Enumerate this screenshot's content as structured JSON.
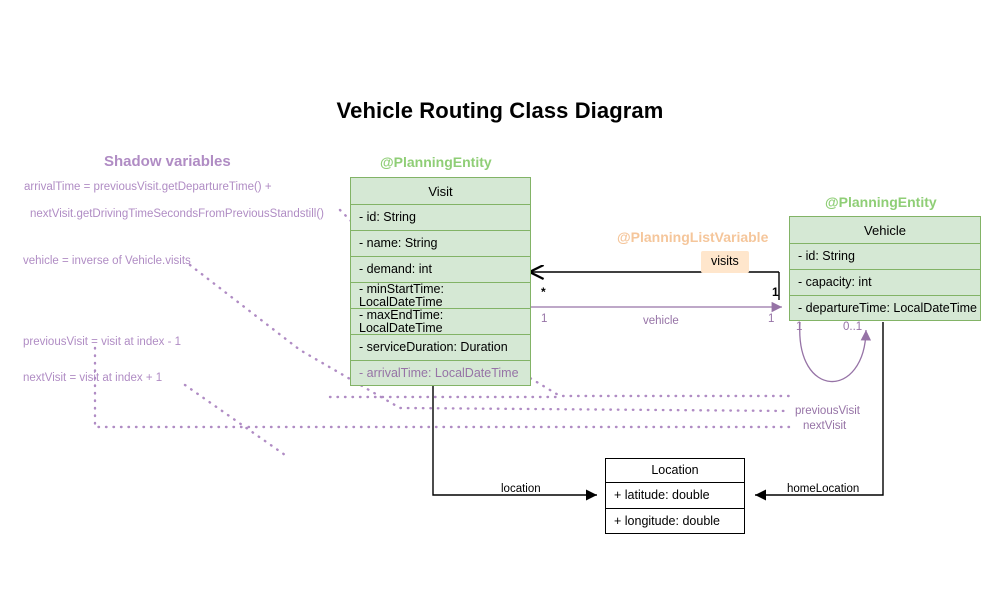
{
  "diagram": {
    "title": "Vehicle Routing Class Diagram",
    "colors": {
      "entity_fill": "#d5e8d4",
      "entity_stroke": "#82b366",
      "stereotype_green": "#8fce76",
      "stereotype_peach": "#f5c69b",
      "shadow_purple": "#9673a6",
      "legend_purple": "#b08cc4",
      "chip_fill": "#ffe6cc",
      "plain_stroke": "#000000"
    }
  },
  "classes": {
    "visit": {
      "stereotype": "@PlanningEntity",
      "name": "Visit",
      "attributes": [
        "- id: String",
        "- name: String",
        "- demand: int",
        "- minStartTime: LocalDateTime",
        "- maxEndTime: LocalDateTime",
        "- serviceDuration: Duration"
      ],
      "shadow_attributes": [
        "- arrivalTime: LocalDateTime"
      ]
    },
    "vehicle": {
      "stereotype": "@PlanningEntity",
      "name": "Vehicle",
      "attributes": [
        "- id: String",
        "- capacity: int",
        "- departureTime: LocalDateTime"
      ]
    },
    "location": {
      "name": "Location",
      "attributes": [
        "+ latitude: double",
        "+ longitude: double"
      ]
    }
  },
  "relations": {
    "visits": {
      "stereotype": "@PlanningListVariable",
      "label": "visits",
      "source_multiplicity": "1",
      "target_multiplicity": "*"
    },
    "vehicle_ref": {
      "label": "vehicle",
      "source_multiplicity": "1",
      "target_multiplicity": "1"
    },
    "location_ref": {
      "label": "location"
    },
    "home_location_ref": {
      "label": "homeLocation"
    },
    "previous_visit": {
      "label": "previousVisit",
      "source_multiplicity": "1",
      "target_multiplicity": "0..1"
    },
    "next_visit": {
      "label": "nextVisit"
    }
  },
  "legend": {
    "title": "Shadow variables",
    "lines": [
      "arrivalTime = previousVisit.getDepartureTime() +",
      "nextVisit.getDrivingTimeSecondsFromPreviousStandstill()",
      "vehicle = inverse of Vehicle.visits",
      "previousVisit = visit at index - 1",
      "nextVisit = visit at index + 1"
    ]
  }
}
